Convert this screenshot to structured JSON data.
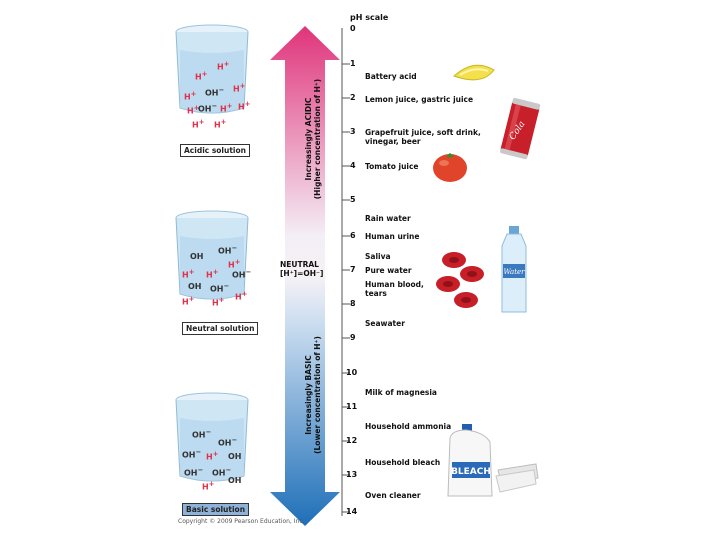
{
  "title_line1": "pH scale",
  "title_zero": "0",
  "scale_numbers": [
    "1",
    "2",
    "3",
    "4",
    "5",
    "6",
    "7",
    "8",
    "9",
    "10",
    "11",
    "12",
    "13",
    "14"
  ],
  "acidic_axis_label": [
    "Increasingly ACIDIC",
    "(Higher concentration of H⁺)"
  ],
  "basic_axis_label": [
    "Increasingly BASIC",
    "(Lower concentration of H⁺)"
  ],
  "neutral_label": [
    "NEUTRAL",
    "[H⁺]=OH⁻]"
  ],
  "examples": {
    "battery_acid": "Battery acid",
    "lemon": "Lemon juice, gastric juice",
    "grapefruit": [
      "Grapefruit juice, soft drink,",
      "vinegar, beer"
    ],
    "tomato": "Tomato juice",
    "rain": "Rain water",
    "urine": "Human urine",
    "saliva": "Saliva",
    "pure_water": "Pure water",
    "blood": [
      "Human blood,",
      "tears"
    ],
    "seawater": "Seawater",
    "magnesia": "Milk of magnesia",
    "ammonia": "Household ammonia",
    "bleach": "Household bleach",
    "oven": "Oven cleaner"
  },
  "solutions": {
    "acidic": "Acidic solution",
    "neutral": "Neutral solution",
    "basic": "Basic solution"
  },
  "product_text": {
    "cola": "Cola",
    "water": "Water",
    "bleach": "BLEACH"
  },
  "copyright": "Copyright © 2009 Pearson Education, Inc.",
  "colors": {
    "acid_top": "#e0347a",
    "neutral_mid": "#f4eef6",
    "base_bottom": "#1e6fb8",
    "h_ion": "#e0304a",
    "beaker_fill": "#cfe6f4"
  }
}
